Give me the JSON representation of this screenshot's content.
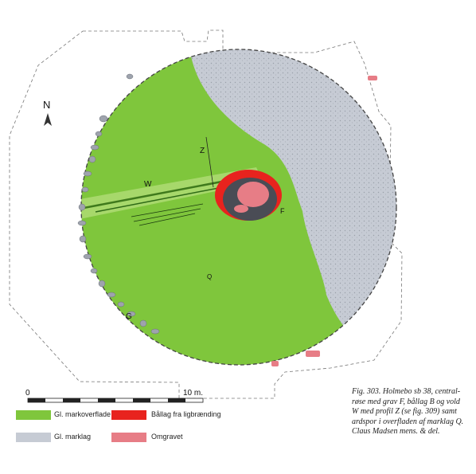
{
  "plan": {
    "north_label": "N",
    "labels": {
      "W": "W",
      "Z": "Z",
      "F": "F",
      "Q": "Q",
      "G": "G"
    }
  },
  "scale": {
    "start": "0",
    "end": "10 m."
  },
  "legend": {
    "items": [
      {
        "label": "Gl. markoverflade",
        "color": "#7fc63c",
        "pattern": "solid"
      },
      {
        "label": "Gl. marklag",
        "color": "#c6cbd4",
        "pattern": "speckled"
      },
      {
        "label": "Bållag fra ligbrænding",
        "color": "#e8231e",
        "pattern": "solid"
      },
      {
        "label": "Omgravet",
        "color": "#e77d86",
        "pattern": "solid"
      }
    ]
  },
  "caption": {
    "lines": [
      "Fig. 303. Holmebo sb 38, central-",
      "røse med grav F, bållag B og vold",
      "W med profil Z (se fig. 309) samt",
      "ardspor i overfladen af marklag Q.",
      "Claus Madsen mens. & del."
    ]
  },
  "colors": {
    "green": "#7fc63c",
    "grey": "#c6cbd4",
    "red": "#e8231e",
    "pink": "#e77d86",
    "stone": "#9ea3ad"
  }
}
